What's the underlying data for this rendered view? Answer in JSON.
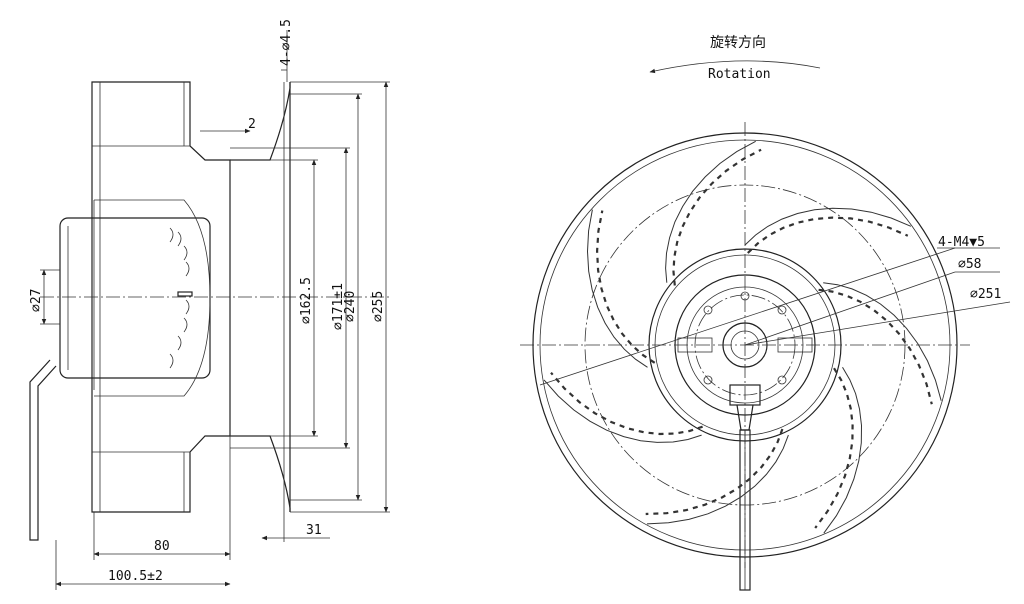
{
  "side_view": {
    "dims": {
      "mount_holes": "4-⌀4.5",
      "gap": "2",
      "shaft_dia": "⌀27",
      "inlet_dia": "⌀162.5",
      "inner_dia": "⌀171±1",
      "impeller_dia": "⌀240",
      "flange_dia": "⌀255",
      "depth_80": "80",
      "height_31": "31",
      "total_depth": "100.5±2"
    }
  },
  "front_view": {
    "rotation_cn": "旋转方向",
    "rotation_en": "Rotation",
    "dims": {
      "screw": "4-M4▼5",
      "hub_dia": "⌀58",
      "outer_dia": "⌀251"
    },
    "blade_count": 7
  },
  "colors": {
    "line": "#222222",
    "background": "#ffffff"
  }
}
